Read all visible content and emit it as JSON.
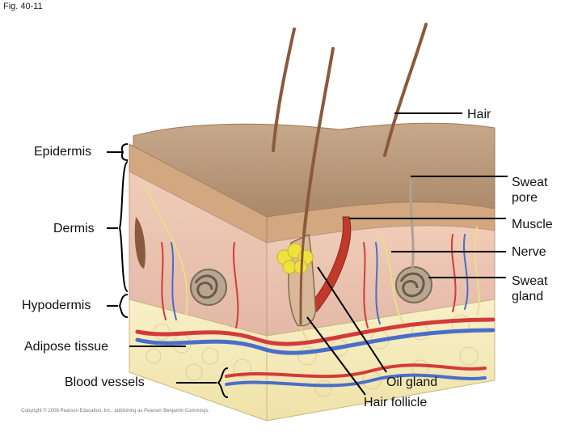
{
  "figure_number": "Fig. 40-11",
  "copyright": "Copyright © 2008 Pearson Education, Inc., publishing as Pearson Benjamin Cummings.",
  "labels": {
    "hair": "Hair",
    "epidermis": "Epidermis",
    "sweat_pore_1": "Sweat",
    "sweat_pore_2": "pore",
    "dermis": "Dermis",
    "muscle": "Muscle",
    "nerve": "Nerve",
    "sweat_gland_1": "Sweat",
    "sweat_gland_2": "gland",
    "hypodermis": "Hypodermis",
    "adipose_tissue": "Adipose tissue",
    "blood_vessels": "Blood vessels",
    "oil_gland": "Oil gland",
    "hair_follicle": "Hair follicle"
  },
  "colors": {
    "epidermis": "#c9a07a",
    "skin_top": "#b89878",
    "dermis": "#e8c4b4",
    "hypodermis": "#f5ecc0",
    "hair": "#8a5a3c",
    "artery": "#d43a3a",
    "vein": "#4a6ec8",
    "nerve": "#e8de8a",
    "oil_gland": "#f0e040",
    "leader": "#000000"
  }
}
